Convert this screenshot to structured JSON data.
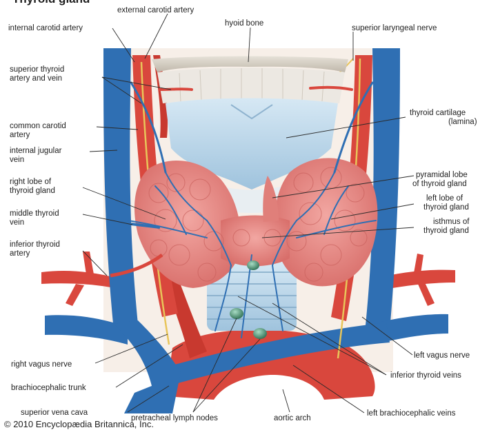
{
  "title": "Thyroid gland",
  "copyright": "© 2010 Encyclopædia Britannica, Inc.",
  "labels": {
    "external_carotid_artery": "external carotid artery",
    "internal_carotid_artery": "internal carotid artery",
    "hyoid_bone": "hyoid bone",
    "superior_laryngeal_nerve": "superior laryngeal nerve",
    "superior_thyroid_1": "superior thyroid",
    "superior_thyroid_2": "artery and vein",
    "thyroid_cartilage_1": "thyroid cartilage",
    "thyroid_cartilage_2": "(lamina)",
    "common_carotid_1": "common carotid",
    "common_carotid_2": "artery",
    "internal_jugular_1": "internal jugular",
    "internal_jugular_2": "vein",
    "pyramidal_lobe_1": "pyramidal lobe",
    "pyramidal_lobe_2": "of thyroid gland",
    "right_lobe_1": "right lobe of",
    "right_lobe_2": "thyroid gland",
    "left_lobe_1": "left lobe of",
    "left_lobe_2": "thyroid gland",
    "middle_thyroid_1": "middle thyroid",
    "middle_thyroid_2": "vein",
    "isthmus_1": "isthmus of",
    "isthmus_2": "thyroid gland",
    "inferior_thyroid_artery_1": "inferior thyroid",
    "inferior_thyroid_artery_2": "artery",
    "left_vagus_nerve": "left vagus nerve",
    "right_vagus_nerve": "right vagus nerve",
    "inferior_thyroid_veins": "inferior thyroid veins",
    "brachiocephalic_trunk": "brachiocephalic trunk",
    "superior_vena_cava": "superior vena cava",
    "pretracheal_lymph_nodes": "pretracheal lymph nodes",
    "aortic_arch": "aortic arch",
    "left_brachiocephalic_veins": "left brachiocephalic veins"
  },
  "colors": {
    "vein": "#2f6fb3",
    "artery": "#d9473d",
    "gland": "#e88a86",
    "cartilage": "#bcd8ec",
    "bone": "#d8d2c8",
    "trachea": "#c9dde8",
    "nerve": "#e8c55a",
    "lymph_node": "#3f8f6e"
  }
}
